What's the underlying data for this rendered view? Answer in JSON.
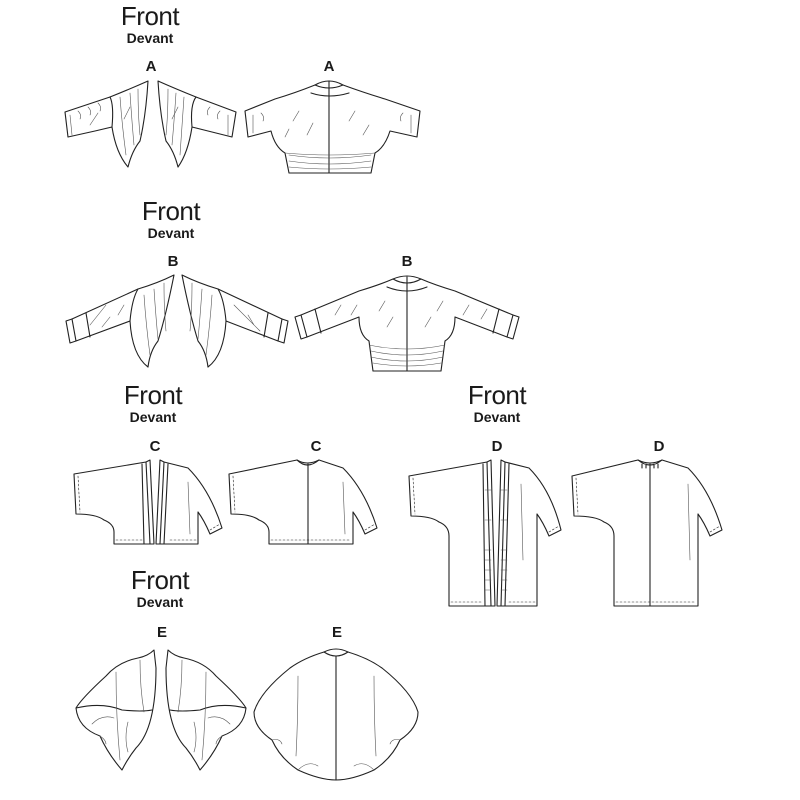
{
  "views": [
    {
      "id": "A",
      "heading": {
        "title": "Front",
        "subtitle": "Devant"
      },
      "front_label": "A",
      "back_label": "A"
    },
    {
      "id": "B",
      "heading": {
        "title": "Front",
        "subtitle": "Devant"
      },
      "front_label": "B",
      "back_label": "B"
    },
    {
      "id": "C",
      "heading": {
        "title": "Front",
        "subtitle": "Devant"
      },
      "front_label": "C",
      "back_label": "C"
    },
    {
      "id": "D",
      "heading": {
        "title": "Front",
        "subtitle": "Devant"
      },
      "front_label": "D",
      "back_label": "D"
    },
    {
      "id": "E",
      "heading": {
        "title": "Front",
        "subtitle": "Devant"
      },
      "front_label": "E",
      "back_label": "E"
    }
  ],
  "colors": {
    "line": "#222222",
    "background": "#ffffff"
  }
}
